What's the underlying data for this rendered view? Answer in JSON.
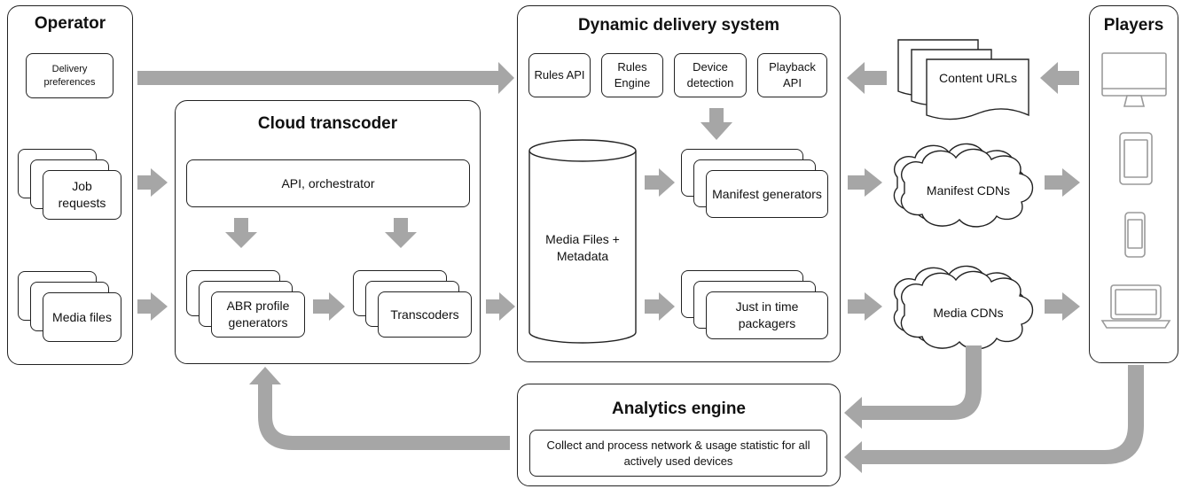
{
  "operator": {
    "title": "Operator",
    "delivery_preferences": "Delivery preferences",
    "job_requests": "Job requests",
    "media_files": "Media files"
  },
  "cloud_transcoder": {
    "title": "Cloud transcoder",
    "api_orchestrator": "API, orchestrator",
    "abr_profile_generators": "ABR profile generators",
    "transcoders": "Transcoders"
  },
  "dynamic_delivery": {
    "title": "Dynamic delivery system",
    "rules_api": "Rules API",
    "rules_engine": "Rules Engine",
    "device_detection": "Device detection",
    "playback_api": "Playback API",
    "media_files_metadata": "Media Files + Metadata",
    "manifest_generators": "Manifest generators",
    "jit_packagers": "Just in time packagers"
  },
  "content_urls": "Content URLs",
  "manifest_cdns": "Manifest CDNs",
  "media_cdns": "Media CDNs",
  "players": {
    "title": "Players"
  },
  "analytics": {
    "title": "Analytics engine",
    "collect": "Collect and process network & usage statistic for all actively used devices"
  },
  "colors": {
    "arrow": "#a6a6a6",
    "stroke": "#222222"
  }
}
